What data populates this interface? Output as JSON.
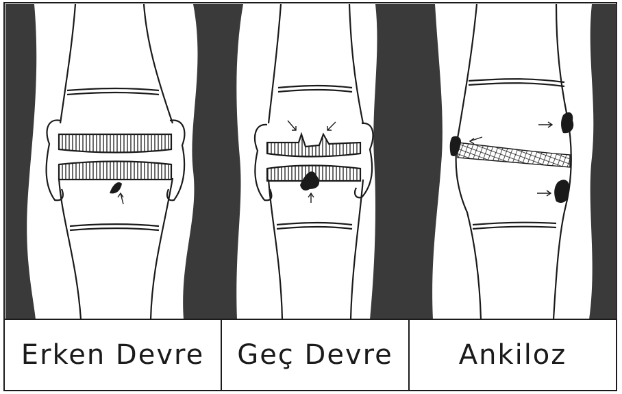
{
  "panels": [
    {
      "label": "Erken Devre"
    },
    {
      "label": "Geç Devre"
    },
    {
      "label": "Ankiloz"
    }
  ],
  "colors": {
    "ink": "#1a1a1a",
    "shade": "#3a3a3a",
    "paper": "#ffffff"
  }
}
